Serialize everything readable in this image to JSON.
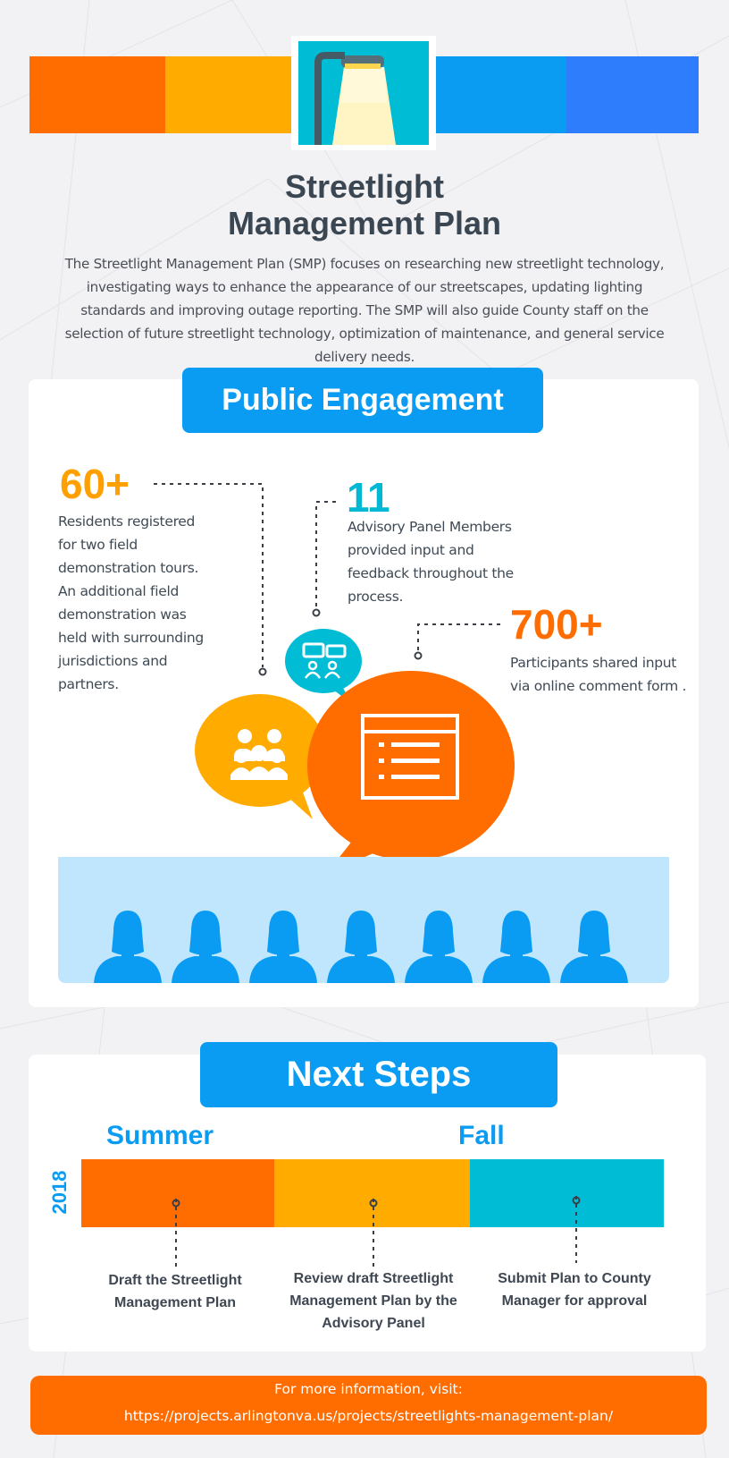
{
  "header": {
    "title_line1": "Streetlight",
    "title_line2": "Management Plan",
    "intro": "The Streetlight Management Plan (SMP) focuses on researching new streetlight technology, investigating ways to enhance the appearance of our streetscapes, updating lighting standards and improving outage reporting. The SMP will also guide County staff on the selection of future streetlight technology, optimization of maintenance, and general service delivery needs.",
    "band_colors": [
      "#ff6d00",
      "#ffab00",
      "#0a9cf2",
      "#2e7dfd"
    ],
    "lamp_icon": "streetlight-icon"
  },
  "engagement": {
    "heading": "Public Engagement",
    "stats": [
      {
        "number": "60+",
        "color": "#ffa000",
        "text": "Residents registered for two field demonstration tours. An additional field demonstration was held with surrounding jurisdictions and partners."
      },
      {
        "number": "11",
        "color": "#00b8d4",
        "text": "Advisory Panel Members provided input and feedback throughout the process."
      },
      {
        "number": "700+",
        "color": "#ff6d00",
        "text": "Participants shared input via online comment form ."
      }
    ],
    "bubble_icons": [
      "group-icon",
      "chat-panel-icon",
      "form-icon"
    ],
    "audience_icon": "person-silhouette-icon",
    "audience_count": 7
  },
  "next_steps": {
    "heading": "Next Steps",
    "year": "2018",
    "seasons": [
      "Summer",
      "Fall"
    ],
    "steps": [
      {
        "label": "Draft the Streetlight Management Plan",
        "color": "#ff6d00"
      },
      {
        "label": "Review draft Streetlight Management Plan by the Advisory Panel",
        "color": "#ffab00"
      },
      {
        "label": "Submit Plan to County Manager for approval",
        "color": "#00b8d4"
      }
    ]
  },
  "footer": {
    "line1": "For more information, visit:",
    "line2": "https://projects.arlingtonva.us/projects/streetlights-management-plan/"
  }
}
